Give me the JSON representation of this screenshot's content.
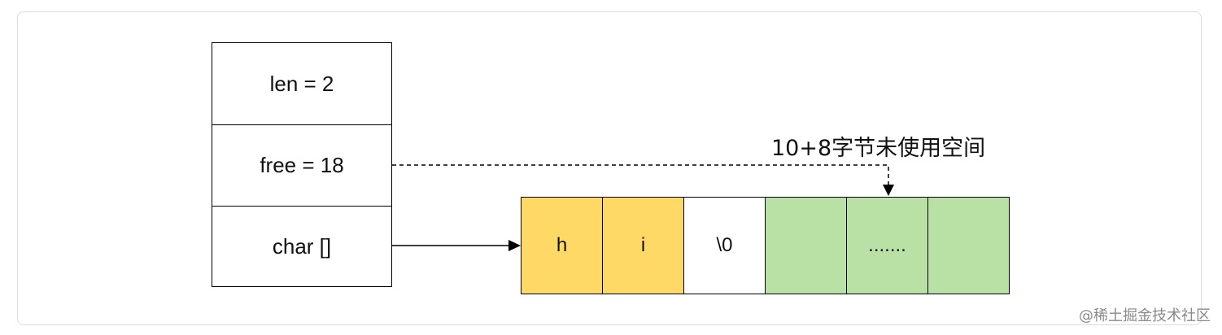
{
  "struct": {
    "fields": [
      "len = 2",
      "free = 18",
      "char []"
    ]
  },
  "buffer": {
    "cells": [
      "h",
      "i",
      "\\0",
      "",
      ".......",
      ""
    ]
  },
  "annotation": "10+8字节未使用空间",
  "credit": "@稀土掘金技术社区",
  "colors": {
    "used": "#ffd966",
    "unused": "#b9e0a5",
    "terminator": "#ffffff"
  }
}
